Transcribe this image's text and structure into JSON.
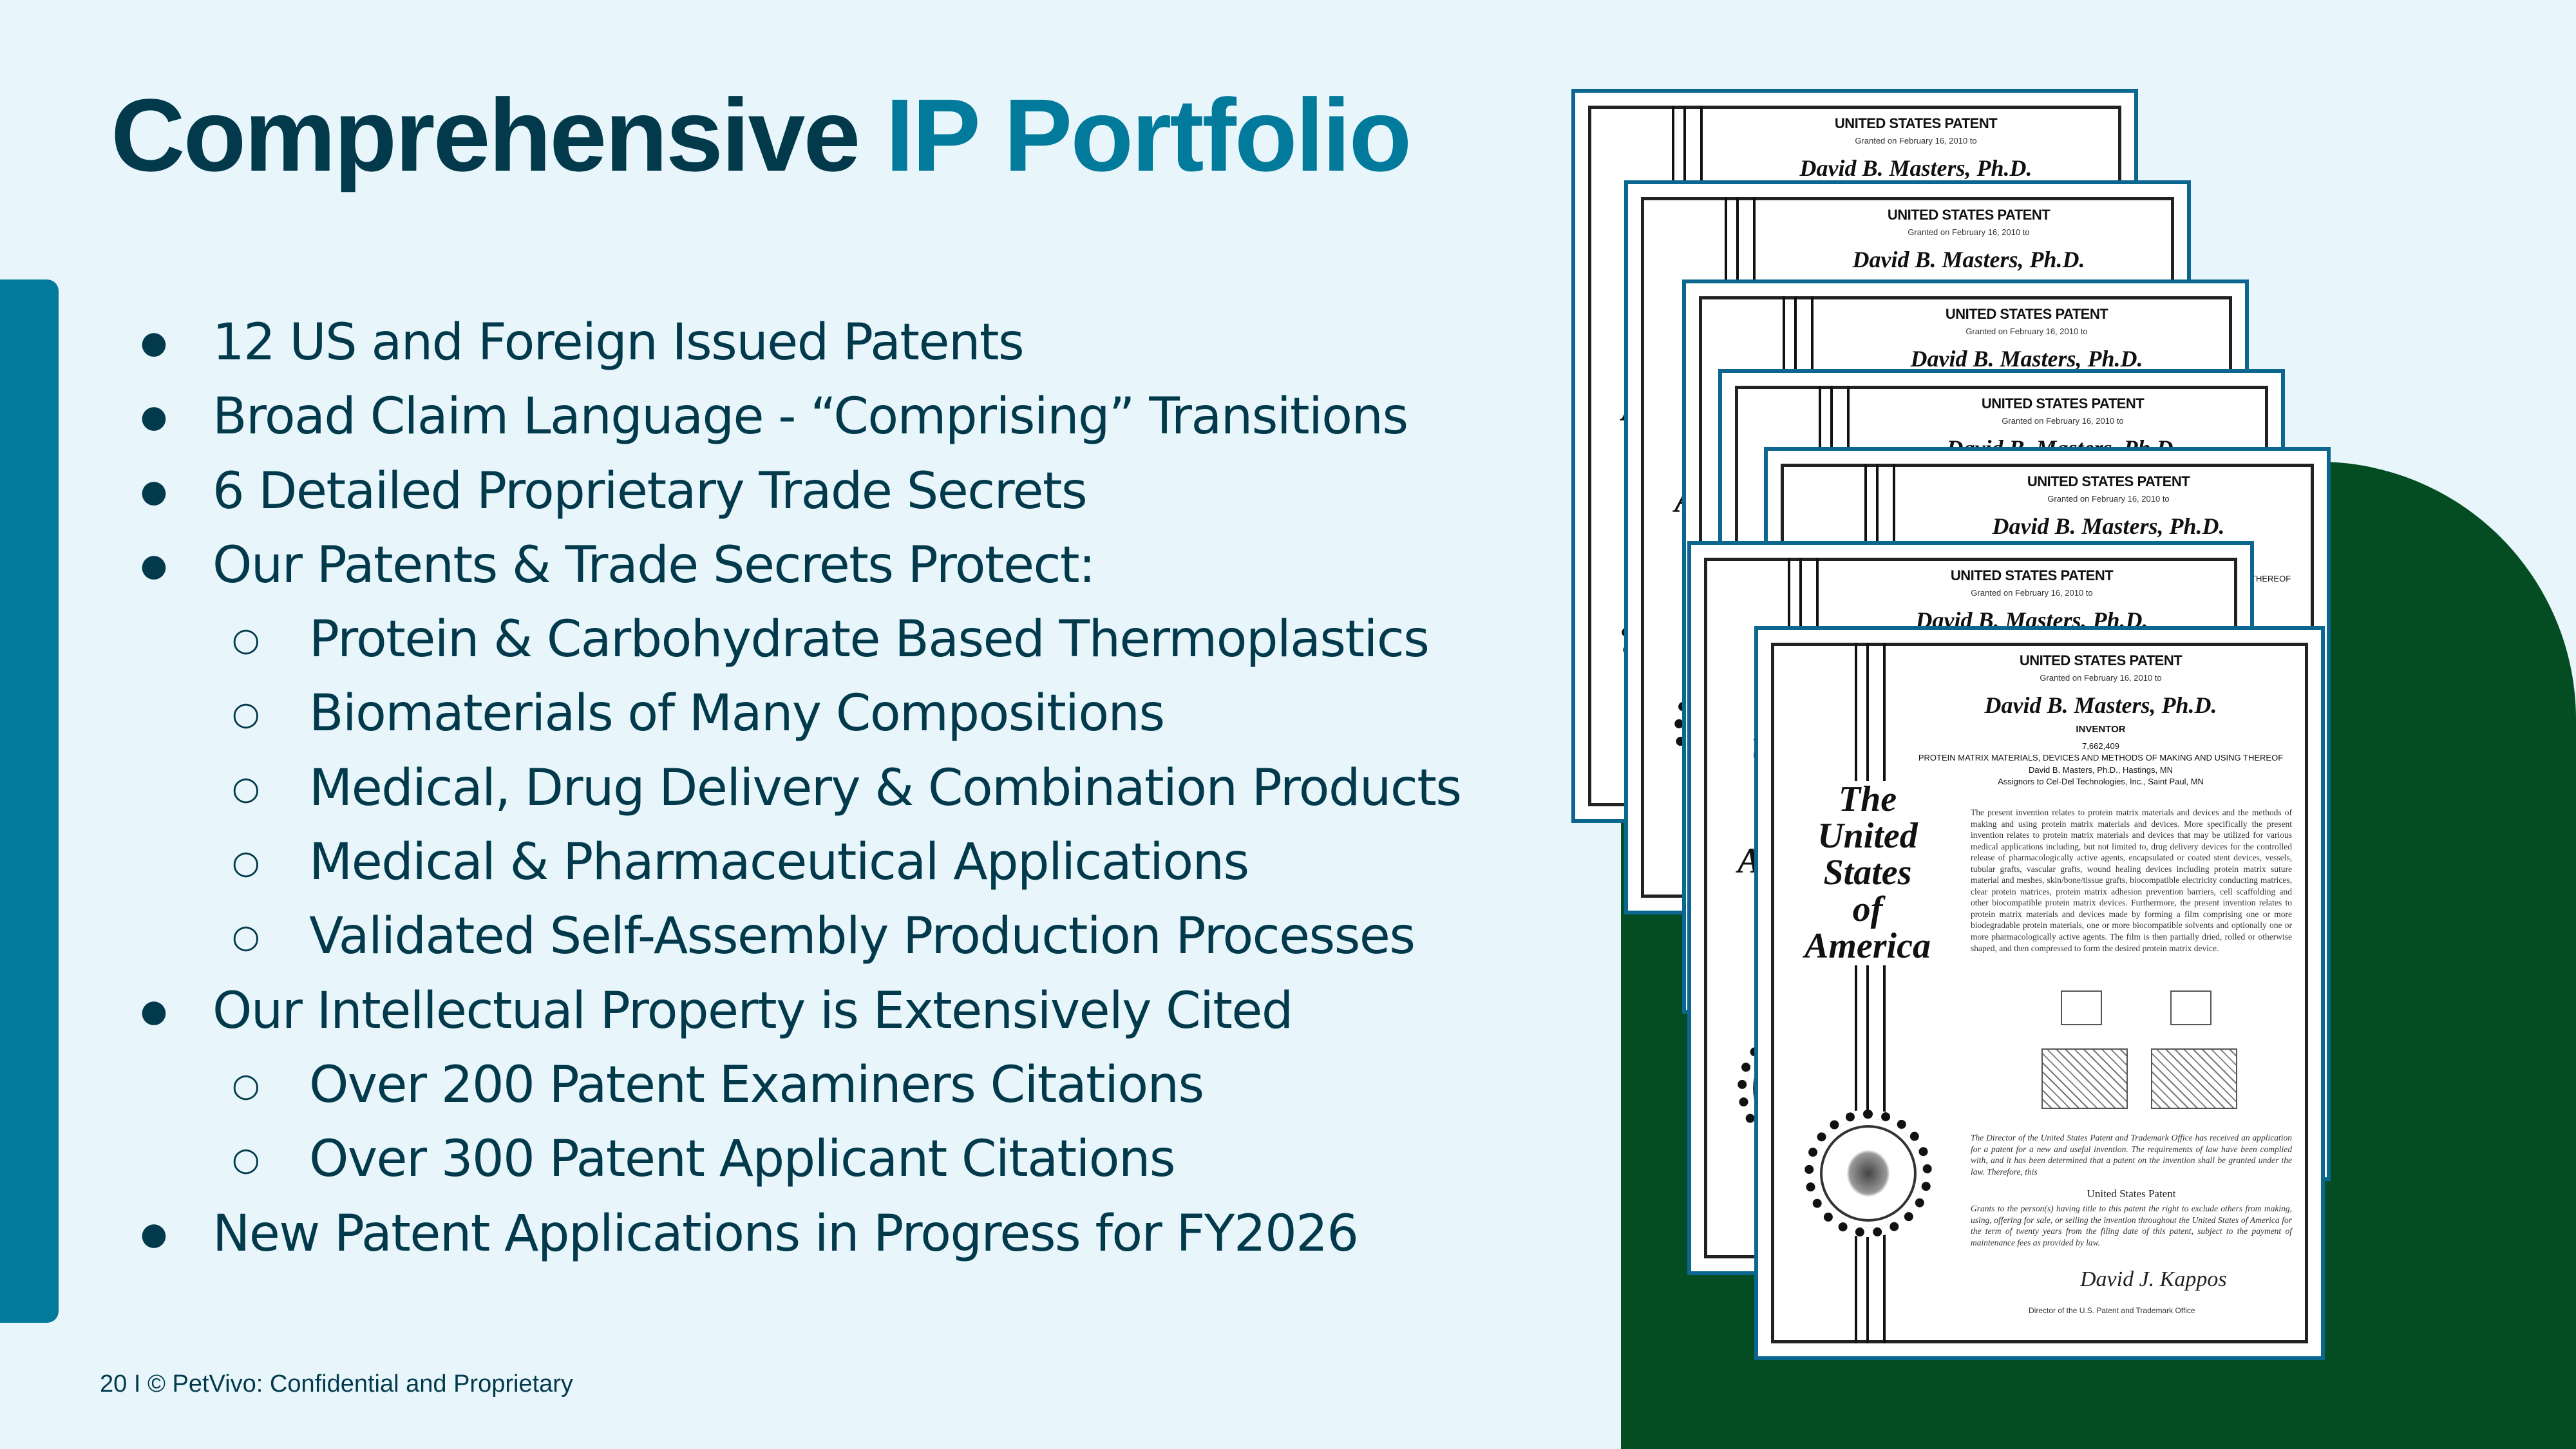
{
  "slide": {
    "title_part1": "Comprehensive",
    "title_part2": "IP Portfolio",
    "colors": {
      "background": "#e8f6fc",
      "title_dark": "#023a4c",
      "title_accent": "#017a9b",
      "accent_bar": "#017a9b",
      "green_panel": "#044c22",
      "cert_border": "#0b6690"
    }
  },
  "bullets": [
    {
      "level": 1,
      "marker": "●",
      "text": "12 US and Foreign Issued Patents"
    },
    {
      "level": 1,
      "marker": "●",
      "text": "Broad Claim Language - “Comprising” Transitions"
    },
    {
      "level": 1,
      "marker": "●",
      "text": "6 Detailed Proprietary Trade Secrets"
    },
    {
      "level": 1,
      "marker": "●",
      "text": "Our Patents & Trade Secrets Protect:"
    },
    {
      "level": 2,
      "marker": "○",
      "text": "Protein & Carbohydrate Based Thermoplastics"
    },
    {
      "level": 2,
      "marker": "○",
      "text": "Biomaterials of Many Compositions"
    },
    {
      "level": 2,
      "marker": "○",
      "text": "Medical, Drug Delivery & Combination Products"
    },
    {
      "level": 2,
      "marker": "○",
      "text": "Medical & Pharmaceutical Applications"
    },
    {
      "level": 2,
      "marker": "○",
      "text": "Validated Self-Assembly Production Processes"
    },
    {
      "level": 1,
      "marker": "●",
      "text": "Our Intellectual Property is Extensively Cited"
    },
    {
      "level": 2,
      "marker": "○",
      "text": "Over 200 Patent Examiners Citations"
    },
    {
      "level": 2,
      "marker": "○",
      "text": "Over 300 Patent Applicant Citations"
    },
    {
      "level": 1,
      "marker": "●",
      "text": "New Patent Applications in Progress for FY2026"
    }
  ],
  "footer": {
    "text": "20 I © PetVivo: Confidential and Proprietary"
  },
  "certificate": {
    "heading": "UNITED STATES PATENT",
    "granted": "Granted on February 16, 2010 to",
    "inventor_name": "David B. Masters, Ph.D.",
    "inventor_label": "INVENTOR",
    "patent_number": "7,662,409",
    "patent_title": "PROTEIN MATRIX MATERIALS, DEVICES AND METHODS OF MAKING AND USING THEREOF",
    "inventor_location": "David B. Masters, Ph.D., Hastings, MN",
    "assignee": "Assignors to Cel-Del Technologies, Inc., Saint Paul, MN",
    "script_lines": [
      "The",
      "United",
      "States",
      "of",
      "America"
    ],
    "abstract": "The present invention relates to protein matrix materials and devices and the methods of making and using protein matrix materials and devices. More specifically the present invention relates to protein matrix materials and devices that may be utilized for various medical applications including, but not limited to, drug delivery devices for the controlled release of pharmacologically active agents, encapsulated or coated stent devices, vessels, tubular grafts, vascular grafts, wound healing devices including protein matrix suture material and meshes, skin/bone/tissue grafts, biocompatible electricity conducting matrices, clear protein matrices, protein matrix adhesion prevention barriers, cell scaffolding and other biocompatible protein matrix devices. Furthermore, the present invention relates to protein matrix materials and devices made by forming a film comprising one or more biodegradable protein materials, one or more biocompatible solvents and optionally one or more pharmacologically active agents. The film is then partially dried, rolled or otherwise shaped, and then compressed to form the desired protein matrix device.",
    "director_text": "The Director of the United States Patent and Trademark Office has received an application for a patent for a new and useful invention. The requirements of law have been complied with, and it has been determined that a patent on the invention shall be granted under the law. Therefore, this",
    "patent_label": "United States Patent",
    "grant_text": "Grants to the person(s) having title to this patent the right to exclude others from making, using, offering for sale, or selling the invention throughout the United States of America for the term of twenty years from the filing date of this patent, subject to the payment of maintenance fees as provided by law.",
    "signature": "David J. Kappos",
    "signature_caption": "Director of the U.S. Patent and Trademark Office",
    "count": 7
  }
}
